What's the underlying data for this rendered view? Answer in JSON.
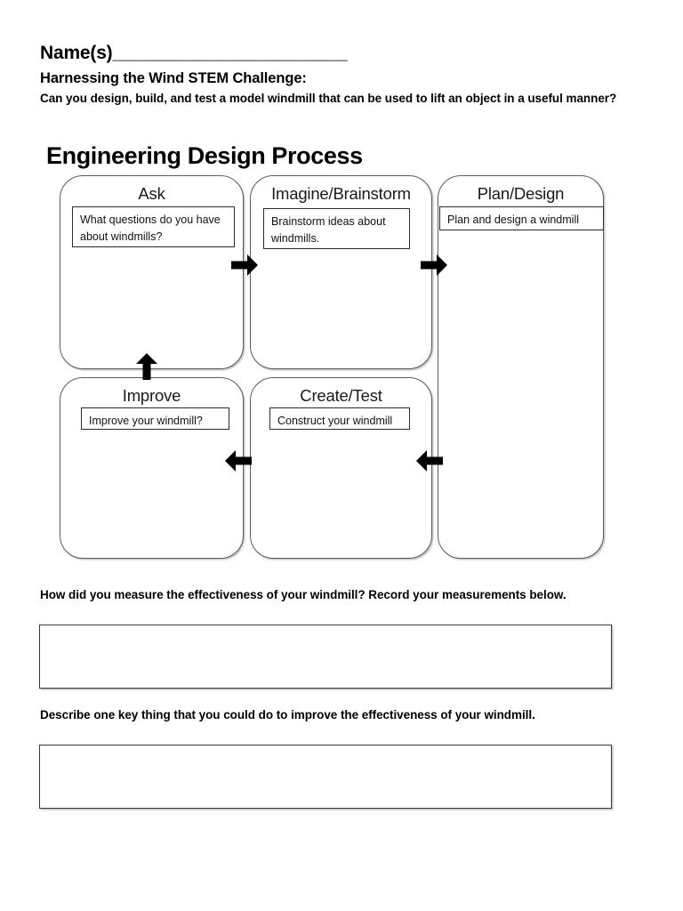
{
  "worksheet": {
    "name_line": "Name(s)_______________________",
    "title": "Harnessing the Wind STEM Challenge:",
    "question": "Can you design, build, and test a model windmill that can be used to lift an object in a useful manner?"
  },
  "diagram": {
    "title": "Engineering Design Process",
    "stages": [
      {
        "key": "ask",
        "label": "Ask",
        "note": "What questions do you have about windmills?"
      },
      {
        "key": "imagine",
        "label": "Imagine/Brainstorm",
        "note": "Brainstorm ideas about windmills."
      },
      {
        "key": "plan",
        "label": "Plan/Design",
        "note": "Plan and design a windmill"
      },
      {
        "key": "improve",
        "label": "Improve",
        "note": "Improve your windmill?"
      },
      {
        "key": "create",
        "label": "Create/Test",
        "note": "Construct your windmill"
      }
    ],
    "arrows": [
      {
        "name": "arrow-right-icon",
        "from": "ask",
        "to": "imagine",
        "direction": "right"
      },
      {
        "name": "arrow-right-icon",
        "from": "imagine",
        "to": "plan",
        "direction": "right"
      },
      {
        "name": "arrow-left-icon",
        "from": "plan",
        "to": "create",
        "direction": "left"
      },
      {
        "name": "arrow-left-icon",
        "from": "create",
        "to": "improve",
        "direction": "left"
      },
      {
        "name": "arrow-up-icon",
        "from": "improve",
        "to": "ask",
        "direction": "up"
      }
    ]
  },
  "questions": [
    {
      "prompt": "How did you measure the effectiveness of your windmill? Record your measurements below.",
      "answer": ""
    },
    {
      "prompt": "Describe one key thing that you could do to improve the effectiveness of your windmill.",
      "answer": ""
    }
  ],
  "colors": {
    "page_background": "#ffffff",
    "text": "#000000",
    "stage_border": "#5c5c5c",
    "note_border": "#2b2b2b",
    "answer_border": "#3a3a3a"
  }
}
